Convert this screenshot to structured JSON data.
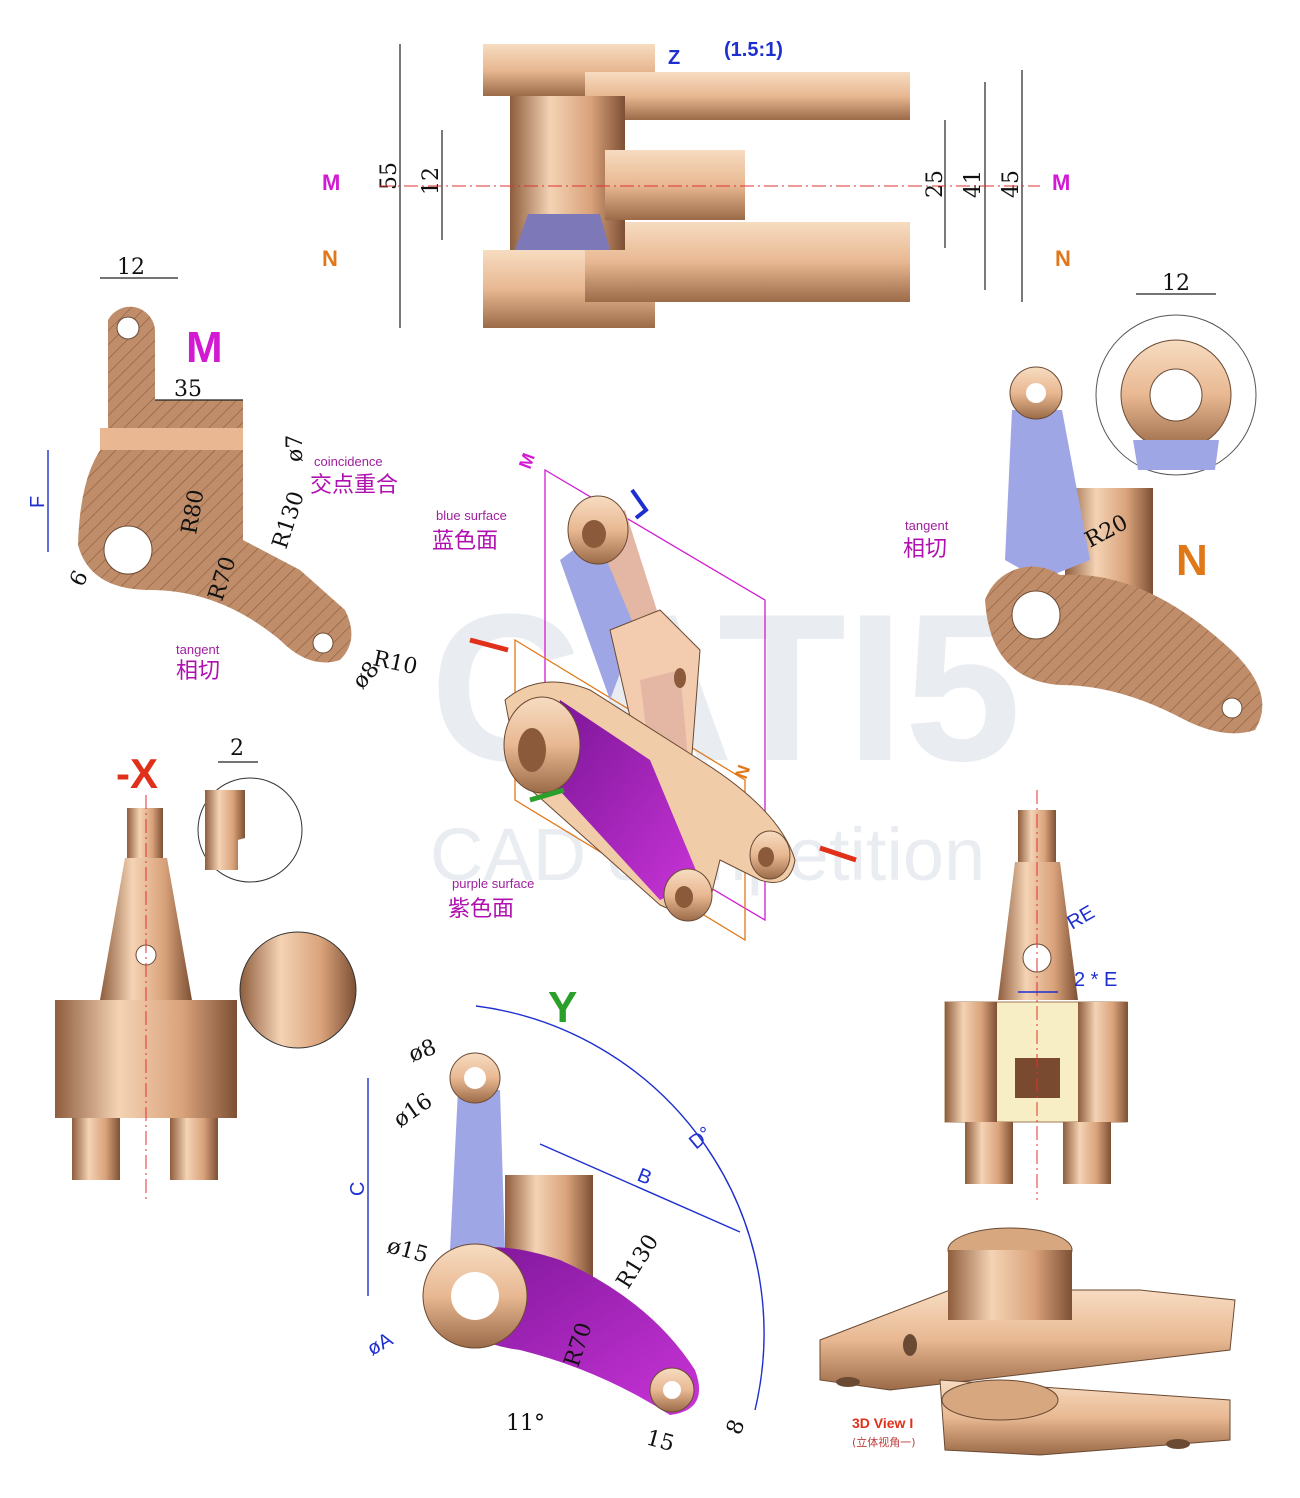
{
  "views": {
    "z": {
      "label": "Z",
      "scale": "(1.5:1)",
      "dims": [
        "55",
        "12",
        "25",
        "41",
        "45"
      ],
      "section_m": "M",
      "section_n": "N"
    },
    "m": {
      "label": "M",
      "dims": [
        "12",
        "35",
        "ø7",
        "F",
        "R80",
        "R130",
        "R70",
        "6",
        "R10",
        "ø8"
      ],
      "coincidence_en": "coincidence",
      "coincidence_zh": "交点重合",
      "tangent_en": "tangent",
      "tangent_zh": "相切"
    },
    "n": {
      "label": "N",
      "dims": [
        "12",
        "R20"
      ],
      "tangent_en": "tangent",
      "tangent_zh": "相切"
    },
    "iso": {
      "blue_en": "blue surface",
      "blue_zh": "蓝色面",
      "purple_en": "purple surface",
      "purple_zh": "紫色面",
      "plane_m": "M",
      "plane_n": "N"
    },
    "x": {
      "label": "-X",
      "dims": [
        "2"
      ]
    },
    "side": {
      "dims": [
        "RE",
        "2 * E"
      ]
    },
    "y": {
      "label": "Y",
      "dims": [
        "ø8",
        "ø16",
        "C",
        "ø15",
        "øA",
        "R70",
        "R130",
        "B",
        "D°",
        "11°",
        "15",
        "8"
      ]
    },
    "view3d": {
      "label": "3D View I",
      "sub": "(立体视角一)"
    }
  },
  "watermark": {
    "big": "CATI5",
    "small": "CAD competition"
  },
  "colors": {
    "copper_light": "#f6d9bd",
    "copper_dark": "#8a5a3a",
    "hatch": "#b58260",
    "blue_surface": "#9fa6e6",
    "purple_surface": "#b21fc9",
    "dim_blue": "#1e2fd0"
  }
}
